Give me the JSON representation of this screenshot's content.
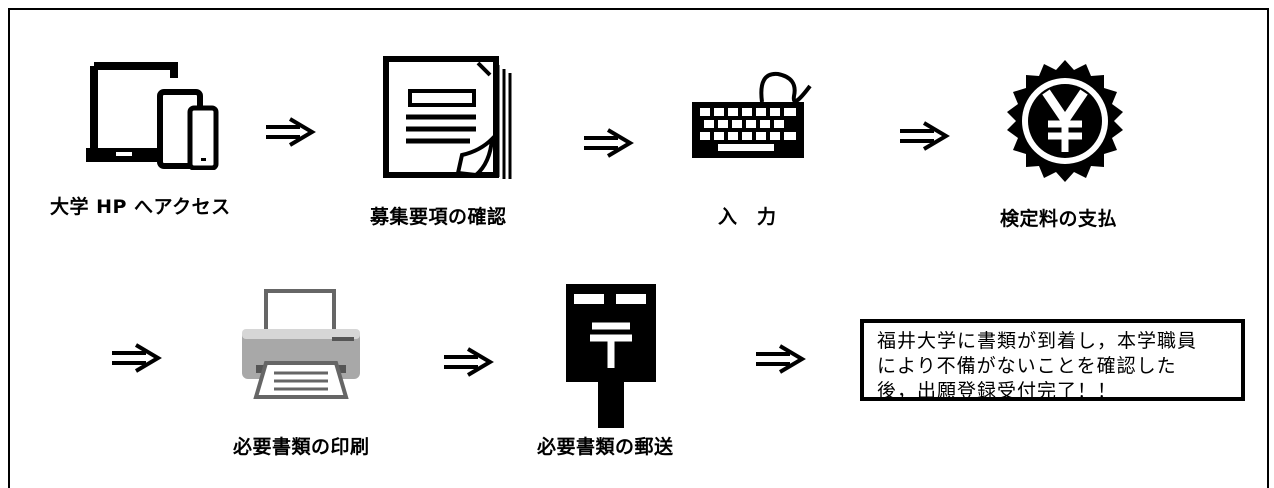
{
  "steps": [
    {
      "label": "大学 HP へアクセス",
      "icon": "devices-icon"
    },
    {
      "label": "募集要項の確認",
      "icon": "document-icon"
    },
    {
      "label": "入　力",
      "icon": "keyboard-icon"
    },
    {
      "label": "検定料の支払",
      "icon": "yen-icon"
    },
    {
      "label": "必要書類の印刷",
      "icon": "printer-icon"
    },
    {
      "label": "必要書類の郵送",
      "icon": "postbox-icon"
    }
  ],
  "completion_note": {
    "lines": [
      "福井大学に書類が到着し，本学職員",
      "により不備がないことを確認した",
      "後，出願登録受付完了！！"
    ]
  },
  "arrow_glyph": "⭆"
}
